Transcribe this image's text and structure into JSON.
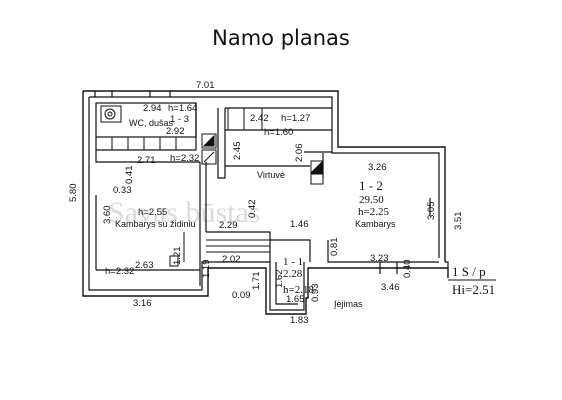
{
  "title": "Namo planas",
  "watermark": "Savas būstas",
  "rooms": {
    "wc": "WC, dušas",
    "virtuve": "Virtuvė",
    "kambarys_zidinys": "Kambarys su židiniu",
    "kambarys": "Kambarys",
    "iejimas": "Įėjimas"
  },
  "room_marks": {
    "wc_number": "1 - 3",
    "wc_area": "2.94",
    "wc_height": "h=1.64",
    "wc_width": "2.92",
    "kitchen_area": "2.42",
    "kitchen_h1": "h=1.27",
    "kitchen_h2": "h=1.60",
    "kitchen_side": "2.45",
    "kitchen_width": "2.06",
    "room_left_w": "2.71",
    "room_left_h": "h=2.32",
    "room_left_h2": "h=2.55",
    "room_right_number": "1 - 2",
    "room_right_area": "29.50",
    "room_right_h": "h=2.25",
    "entry_number": "1 - 1",
    "entry_area": "2.28",
    "entry_h": "h=2.18"
  },
  "dimensions": {
    "top_total": "7.01",
    "left_total": "5.80",
    "left_inner": "3.60",
    "wall_a": "0.33",
    "wall_b": "0.41",
    "bottom_left": "2.63",
    "bottom_left_h": "h=2.32",
    "bottom_outer_left": "3.16",
    "d_121": "1.21",
    "d_119": "1.19",
    "d_229": "2.29",
    "d_042": "0.42",
    "d_202": "2.02",
    "d_146": "1.46",
    "d_081": "0.81",
    "d_171": "1.71",
    "d_162": "1.62",
    "d_009": "0.09",
    "d_165": "1.65",
    "d_183": "1.83",
    "d_093": "0.93",
    "right_top": "3.26",
    "right_inner": "3.05",
    "right_outer": "3.51",
    "right_bottom_inner": "3.23",
    "right_bottom_outer": "3.46",
    "d_040": "0.40"
  },
  "summary": {
    "floor_label": "1 S / p",
    "height_label": "Hi=2.51"
  }
}
